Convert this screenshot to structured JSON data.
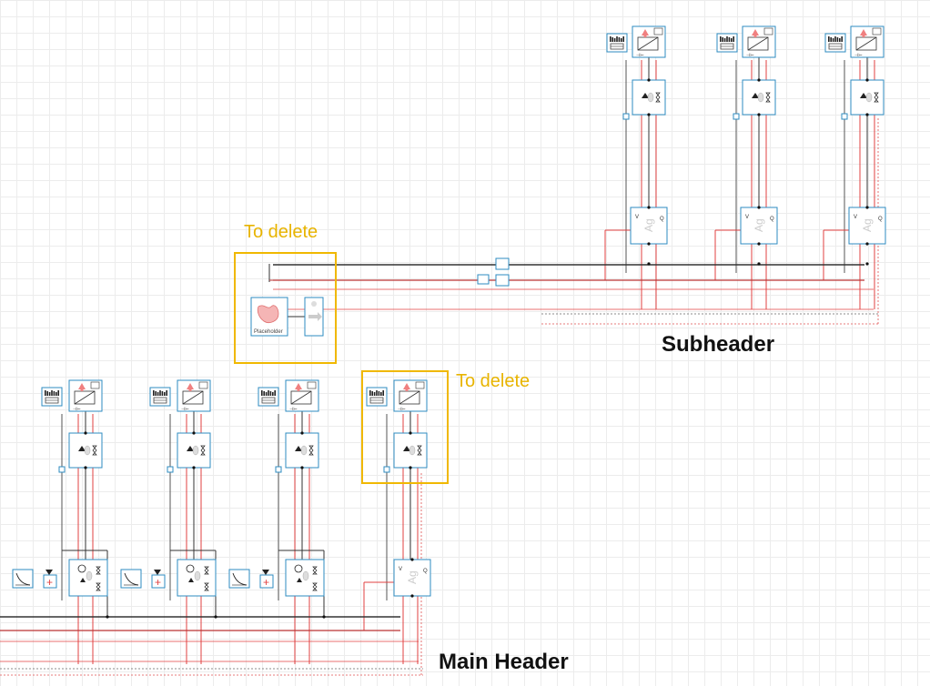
{
  "annotations": {
    "to_delete_top": "To delete",
    "to_delete_right": "To delete",
    "subheader": "Subheader",
    "main_header": "Main Header"
  },
  "placeholder_block": {
    "label": "Placeholder"
  },
  "colors": {
    "highlight": "#f0b800",
    "annotation_text": "#e8b400",
    "block_border": "#2e8bc0",
    "signal_red": "#e04040",
    "pipe_dark": "#333333",
    "grid": "#ececec"
  }
}
